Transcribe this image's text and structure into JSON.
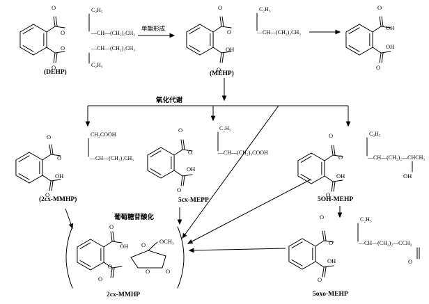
{
  "colors": {
    "ink": "#000000",
    "background": "#ffffff"
  },
  "labels": {
    "DEHP": "(DEHP)",
    "MEHP": "(MEHP)",
    "mono": "单酯形成",
    "ox": "氧化代谢",
    "gluc": "葡萄糖苷酸化",
    "C2MMHP": "(2cx-MMHP)",
    "C5MEPP": "5cx-MEPP",
    "OH5MEHP": "5OH-MEHP",
    "OXO5MEHP": "5oxo-MEHP",
    "GLUC2": "2cx-MMHP"
  },
  "subs": {
    "ethyl": "C₂H₅",
    "ch2cooh": "CH₂COOH",
    "bu3": "—CH—(CH₂)₃CH₃",
    "bu2": "—CH—(CH₂)₂CH₃",
    "cooh3": "—CH—(CH₂)₃COOH",
    "ohtail": "—CH—(CH₂)₂—CHCH₃",
    "oxotail": "—CH—(CH₂)₂—CCH₃",
    "ch2": "CH₂",
    "ch": "CH"
  },
  "atoms": {
    "O": "O",
    "OH": "OH",
    "OCH3": "OCH₃"
  }
}
